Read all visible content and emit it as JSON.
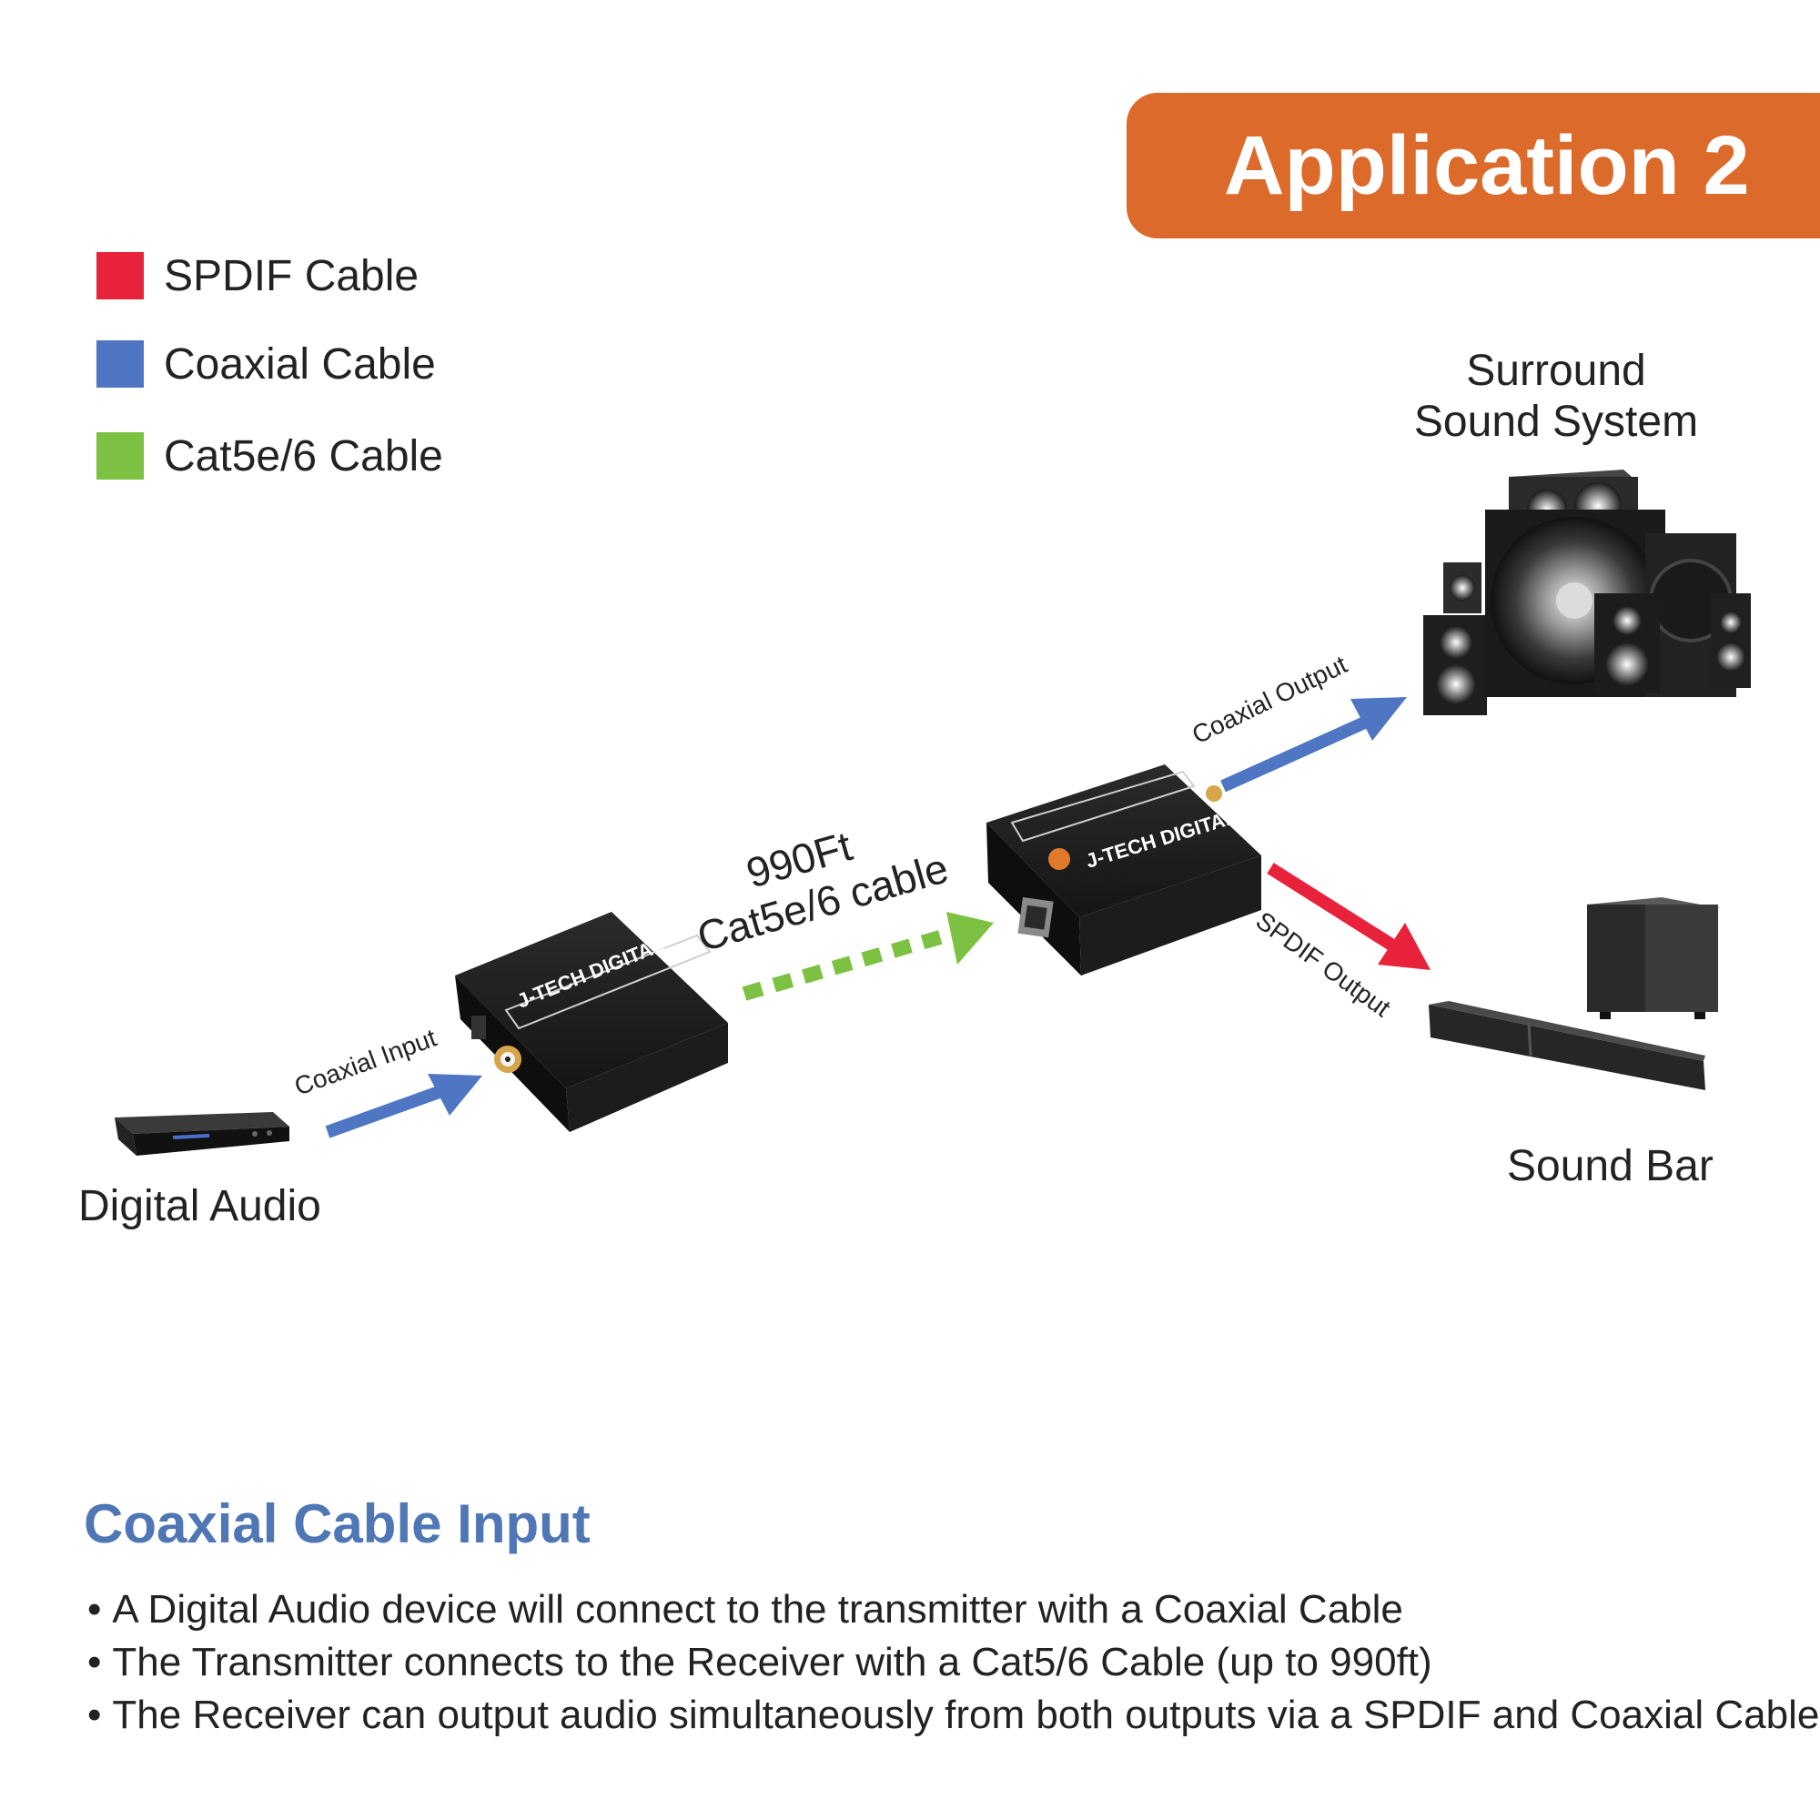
{
  "banner": {
    "title": "Application 2",
    "color": "#dc6a2a"
  },
  "legend": [
    {
      "label": "SPDIF Cable",
      "color": "#e8223b"
    },
    {
      "label": "Coaxial Cable",
      "color": "#4f76c2"
    },
    {
      "label": "Cat5e/6 Cable",
      "color": "#7cc142"
    }
  ],
  "devices": {
    "source": {
      "label": "Digital Audio"
    },
    "surround": {
      "line1": "Surround",
      "line2": "Sound System"
    },
    "soundbar": {
      "label": "Sound Bar"
    },
    "transmitter": {
      "brand": "J-TECH DIGITAL"
    },
    "receiver": {
      "brand": "J-TECH DIGITAL"
    }
  },
  "connections": {
    "coaxial_input": "Coaxial Input",
    "cat_line1": "990Ft",
    "cat_line2": "Cat5e/6 cable",
    "coaxial_output": "Coaxial Output",
    "spdif_output": "SPDIF Output"
  },
  "description": {
    "heading": "Coaxial Cable Input",
    "bullets": [
      "A Digital Audio device will connect to the transmitter with a Coaxial Cable",
      "The Transmitter connects to the Receiver with a Cat5/6 Cable (up to 990ft)",
      "The Receiver can output audio simultaneously from both outputs via a SPDIF and Coaxial Cable"
    ]
  }
}
